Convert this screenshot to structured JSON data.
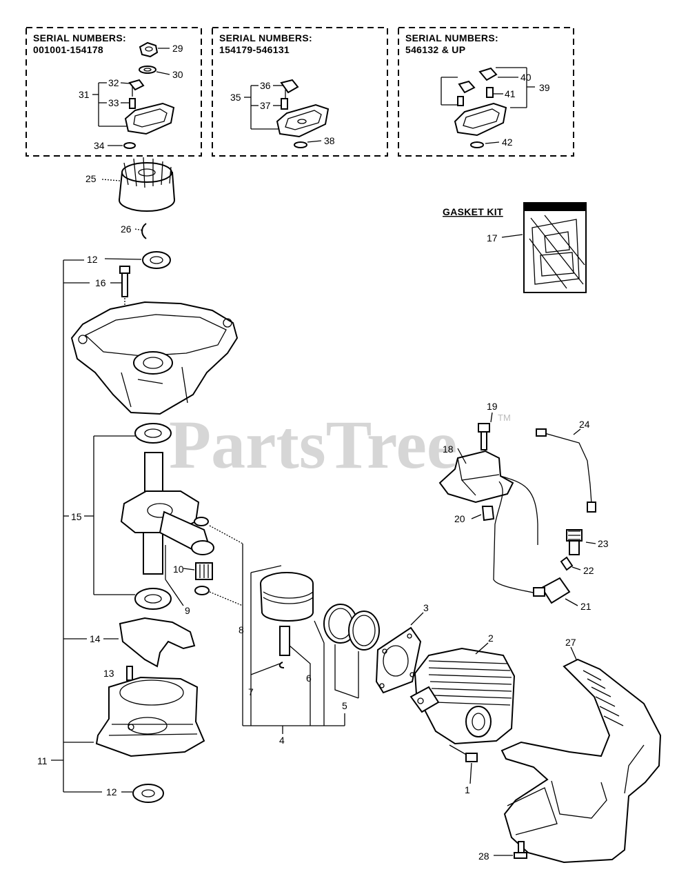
{
  "serial_boxes": [
    {
      "title": "SERIAL NUMBERS:",
      "range": "001001-154178"
    },
    {
      "title": "SERIAL NUMBERS:",
      "range": "154179-546131"
    },
    {
      "title": "SERIAL NUMBERS:",
      "range": "546132 & UP"
    }
  ],
  "gasket_kit": {
    "title": "GASKET KIT"
  },
  "watermark": {
    "text": "PartsTree",
    "tm": "TM"
  },
  "callouts": {
    "c1": "1",
    "c2": "2",
    "c3": "3",
    "c4": "4",
    "c5": "5",
    "c6": "6",
    "c7": "7",
    "c8": "8",
    "c9": "9",
    "c10": "10",
    "c11": "11",
    "c12a": "12",
    "c12b": "12",
    "c13": "13",
    "c14": "14",
    "c15": "15",
    "c16": "16",
    "c17": "17",
    "c18": "18",
    "c19": "19",
    "c20": "20",
    "c21": "21",
    "c22": "22",
    "c23": "23",
    "c24": "24",
    "c25": "25",
    "c26": "26",
    "c27": "27",
    "c28": "28",
    "c29": "29",
    "c30": "30",
    "c31": "31",
    "c32": "32",
    "c33": "33",
    "c34": "34",
    "c35": "35",
    "c36": "36",
    "c37": "37",
    "c38": "38",
    "c39": "39",
    "c40": "40",
    "c41": "41",
    "c42": "42"
  }
}
